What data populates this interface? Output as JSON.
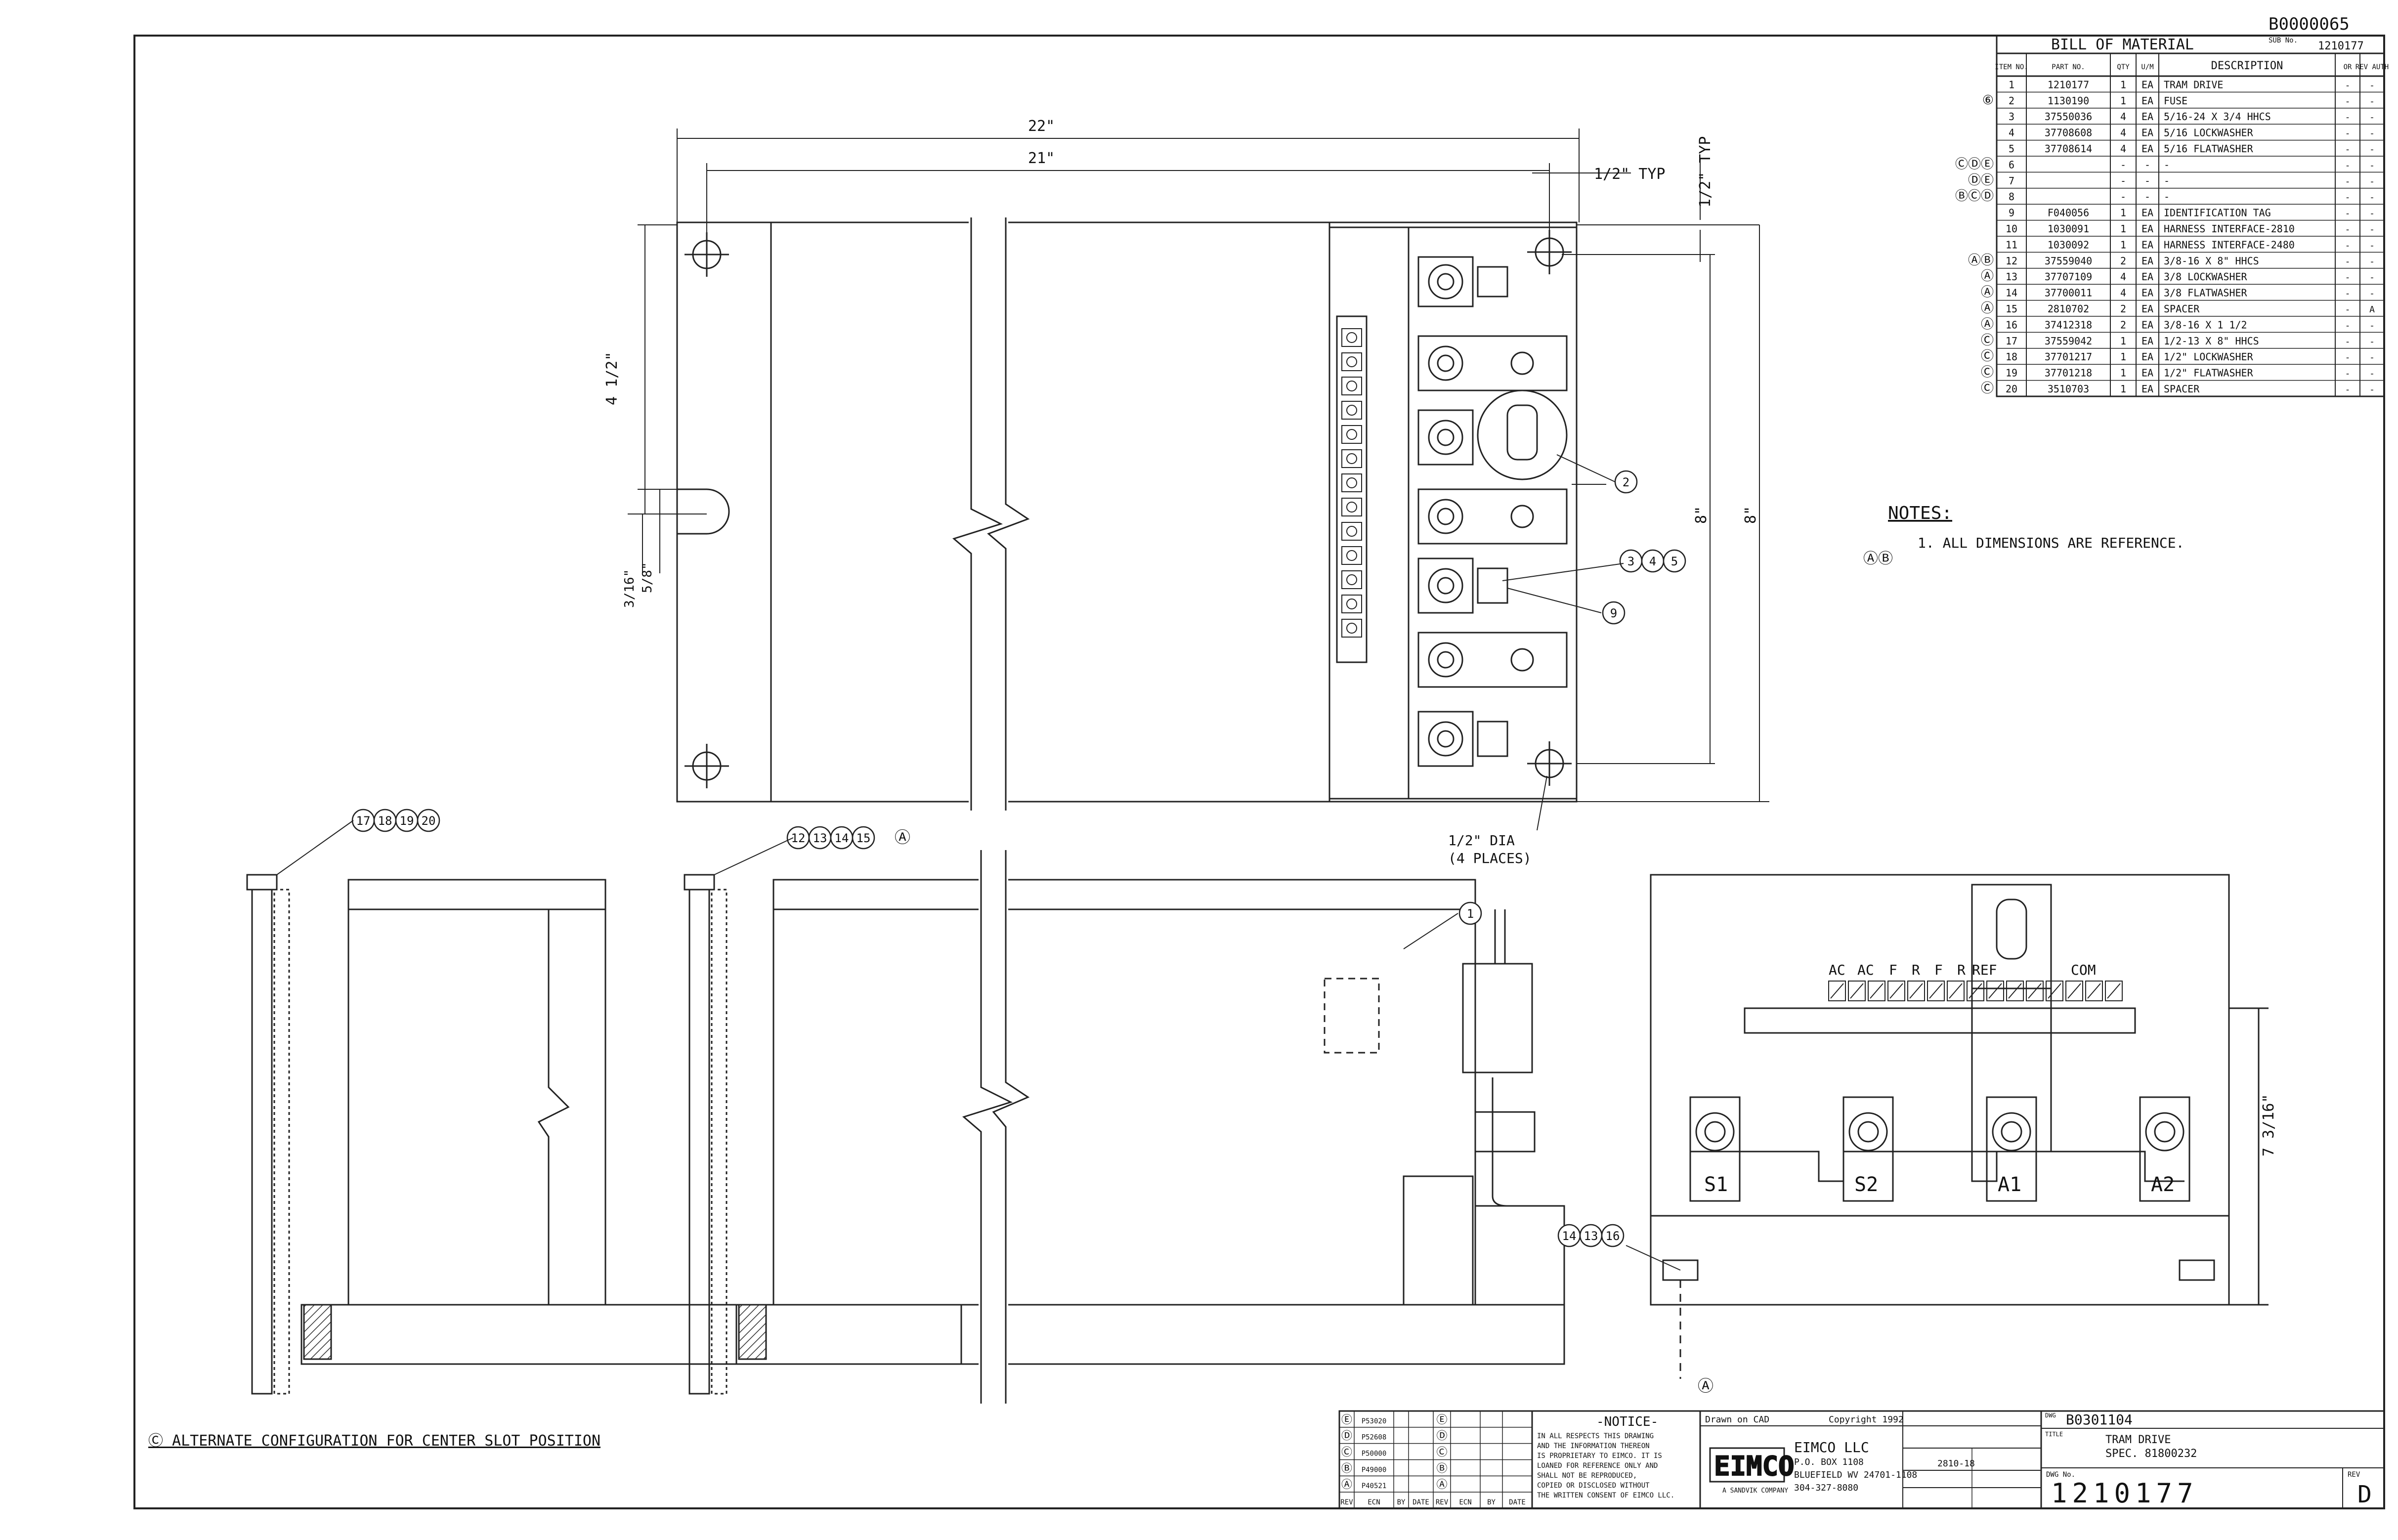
{
  "doc_number_top": "B0000065",
  "bom": {
    "title": "BILL OF MATERIAL",
    "sub_label": "SUB No.",
    "sub_number": "1210177",
    "headers": [
      "ITEM NO.",
      "PART NO.",
      "QTY",
      "U/M",
      "DESCRIPTION",
      "OR",
      "REV AUTH"
    ],
    "rows": [
      {
        "mark": "",
        "item": "1",
        "part": "1210177",
        "qty": "1",
        "um": "EA",
        "desc": "TRAM DRIVE",
        "or": "-",
        "rev": "-"
      },
      {
        "mark": "⑥",
        "item": "2",
        "part": "1130190",
        "qty": "1",
        "um": "EA",
        "desc": "FUSE",
        "or": "-",
        "rev": "-"
      },
      {
        "mark": "",
        "item": "3",
        "part": "37550036",
        "qty": "4",
        "um": "EA",
        "desc": "5/16-24 X 3/4 HHCS",
        "or": "-",
        "rev": "-"
      },
      {
        "mark": "",
        "item": "4",
        "part": "37708608",
        "qty": "4",
        "um": "EA",
        "desc": "5/16 LOCKWASHER",
        "or": "-",
        "rev": "-"
      },
      {
        "mark": "",
        "item": "5",
        "part": "37708614",
        "qty": "4",
        "um": "EA",
        "desc": "5/16 FLATWASHER",
        "or": "-",
        "rev": "-"
      },
      {
        "mark": "ⒸⒹⒺ",
        "item": "6",
        "part": "",
        "qty": "-",
        "um": "-",
        "desc": "-",
        "or": "-",
        "rev": "-"
      },
      {
        "mark": "ⒹⒺ",
        "item": "7",
        "part": "",
        "qty": "-",
        "um": "-",
        "desc": "-",
        "or": "-",
        "rev": "-"
      },
      {
        "mark": "ⒷⒸⒹ",
        "item": "8",
        "part": "",
        "qty": "-",
        "um": "-",
        "desc": "-",
        "or": "-",
        "rev": "-"
      },
      {
        "mark": "",
        "item": "9",
        "part": "F040056",
        "qty": "1",
        "um": "EA",
        "desc": "IDENTIFICATION TAG",
        "or": "-",
        "rev": "-"
      },
      {
        "mark": "",
        "item": "10",
        "part": "1030091",
        "qty": "1",
        "um": "EA",
        "desc": "HARNESS INTERFACE-2810",
        "or": "-",
        "rev": "-"
      },
      {
        "mark": "",
        "item": "11",
        "part": "1030092",
        "qty": "1",
        "um": "EA",
        "desc": "HARNESS INTERFACE-2480",
        "or": "-",
        "rev": "-"
      },
      {
        "mark": "ⒶⒷ",
        "item": "12",
        "part": "37559040",
        "qty": "2",
        "um": "EA",
        "desc": "3/8-16 X 8\" HHCS",
        "or": "-",
        "rev": "-"
      },
      {
        "mark": "Ⓐ",
        "item": "13",
        "part": "37707109",
        "qty": "4",
        "um": "EA",
        "desc": "3/8 LOCKWASHER",
        "or": "-",
        "rev": "-"
      },
      {
        "mark": "Ⓐ",
        "item": "14",
        "part": "37700011",
        "qty": "4",
        "um": "EA",
        "desc": "3/8 FLATWASHER",
        "or": "-",
        "rev": "-"
      },
      {
        "mark": "Ⓐ",
        "item": "15",
        "part": "2810702",
        "qty": "2",
        "um": "EA",
        "desc": "SPACER",
        "or": "-",
        "rev": "A"
      },
      {
        "mark": "Ⓐ",
        "item": "16",
        "part": "37412318",
        "qty": "2",
        "um": "EA",
        "desc": "3/8-16 X 1 1/2",
        "or": "-",
        "rev": "-"
      },
      {
        "mark": "Ⓒ",
        "item": "17",
        "part": "37559042",
        "qty": "1",
        "um": "EA",
        "desc": "1/2-13 X 8\" HHCS",
        "or": "-",
        "rev": "-"
      },
      {
        "mark": "Ⓒ",
        "item": "18",
        "part": "37701217",
        "qty": "1",
        "um": "EA",
        "desc": "1/2\" LOCKWASHER",
        "or": "-",
        "rev": "-"
      },
      {
        "mark": "Ⓒ",
        "item": "19",
        "part": "37701218",
        "qty": "1",
        "um": "EA",
        "desc": "1/2\" FLATWASHER",
        "or": "-",
        "rev": "-"
      },
      {
        "mark": "Ⓒ",
        "item": "20",
        "part": "3510703",
        "qty": "1",
        "um": "EA",
        "desc": "SPACER",
        "or": "-",
        "rev": "-"
      }
    ]
  },
  "notes": {
    "title": "NOTES:",
    "marks": "ⒶⒷ",
    "items": [
      "1. ALL DIMENSIONS ARE REFERENCE."
    ]
  },
  "dimensions": {
    "overall_width": "22\"",
    "hole_spacing": "21\"",
    "edge_typ_h": "1/2\" TYP",
    "edge_typ_v": "1/2\" TYP",
    "slot_height": "4 1/2\"",
    "slot_a": "3/16\"",
    "slot_b": "5/8\"",
    "height_inner": "8\"",
    "height_outer": "8\"",
    "hole_dia": "1/2\" DIA",
    "hole_places": "(4 PLACES)",
    "depth": "7 3/16\""
  },
  "balloons": {
    "fuse": [
      "2"
    ],
    "hardware_top": [
      "3",
      "4",
      "5"
    ],
    "tag": [
      "9"
    ],
    "alt_bolt": [
      "17",
      "18",
      "19",
      "20"
    ],
    "center_bolt": [
      "12",
      "13",
      "14",
      "15"
    ],
    "center_bolt_note": "Ⓐ",
    "drive": [
      "1"
    ],
    "base_bolt": [
      "14",
      "13",
      "16"
    ],
    "bottom_mark": "Ⓐ"
  },
  "terminal_labels": [
    "AC",
    "AC",
    "F",
    "R",
    "F",
    "R",
    "REF",
    "COM"
  ],
  "lug_labels": [
    "S1",
    "S2",
    "A1",
    "A2"
  ],
  "alt_note": "Ⓒ ALTERNATE CONFIGURATION FOR CENTER SLOT POSITION",
  "revisions": {
    "rows": [
      {
        "rev": "Ⓔ",
        "ecn": "P53020",
        "by": "",
        "date": "",
        "rev2": "Ⓔ",
        "ecn2": "",
        "by2": "",
        "date2": ""
      },
      {
        "rev": "Ⓓ",
        "ecn": "P52608",
        "by": "",
        "date": "",
        "rev2": "Ⓓ",
        "ecn2": "",
        "by2": "",
        "date2": ""
      },
      {
        "rev": "Ⓒ",
        "ecn": "P50000",
        "by": "",
        "date": "",
        "rev2": "Ⓒ",
        "ecn2": "",
        "by2": "",
        "date2": ""
      },
      {
        "rev": "Ⓑ",
        "ecn": "P49000",
        "by": "",
        "date": "",
        "rev2": "Ⓑ",
        "ecn2": "",
        "by2": "",
        "date2": ""
      },
      {
        "rev": "Ⓐ",
        "ecn": "P40521",
        "by": "",
        "date": "",
        "rev2": "Ⓐ",
        "ecn2": "",
        "by2": "",
        "date2": ""
      }
    ],
    "headers": [
      "REV",
      "ECN",
      "BY",
      "DATE",
      "REV",
      "ECN",
      "BY",
      "DATE"
    ]
  },
  "notice": {
    "title": "-NOTICE-",
    "lines": [
      "IN ALL RESPECTS THIS DRAWING",
      "AND THE INFORMATION THEREON",
      "IS PROPRIETARY TO EIMCO. IT IS",
      "LOANED FOR REFERENCE ONLY AND",
      "SHALL NOT BE REPRODUCED,",
      "COPIED OR DISCLOSED WITHOUT",
      "THE WRITTEN CONSENT OF EIMCO LLC."
    ]
  },
  "title_block": {
    "drawn": "Drawn on CAD",
    "copyright": "Copyright 1992",
    "logo": "EIMCO",
    "logo_sub": "A SANDVIK COMPANY",
    "company": "EIMCO LLC",
    "address1": "P.O. BOX 1108",
    "address2": "BLUEFIELD WV 24701-1108",
    "phone": "304-327-8080",
    "part_ref": "2810-18",
    "drawing_no_label": "DWG",
    "drawing_no": "B0301104",
    "title_label": "TITLE",
    "title1": "TRAM DRIVE",
    "title2": "SPEC. 81800232",
    "dwg_label": "DWG No.",
    "dwg_number": "1210177",
    "rev_label": "REV",
    "rev": "D"
  }
}
